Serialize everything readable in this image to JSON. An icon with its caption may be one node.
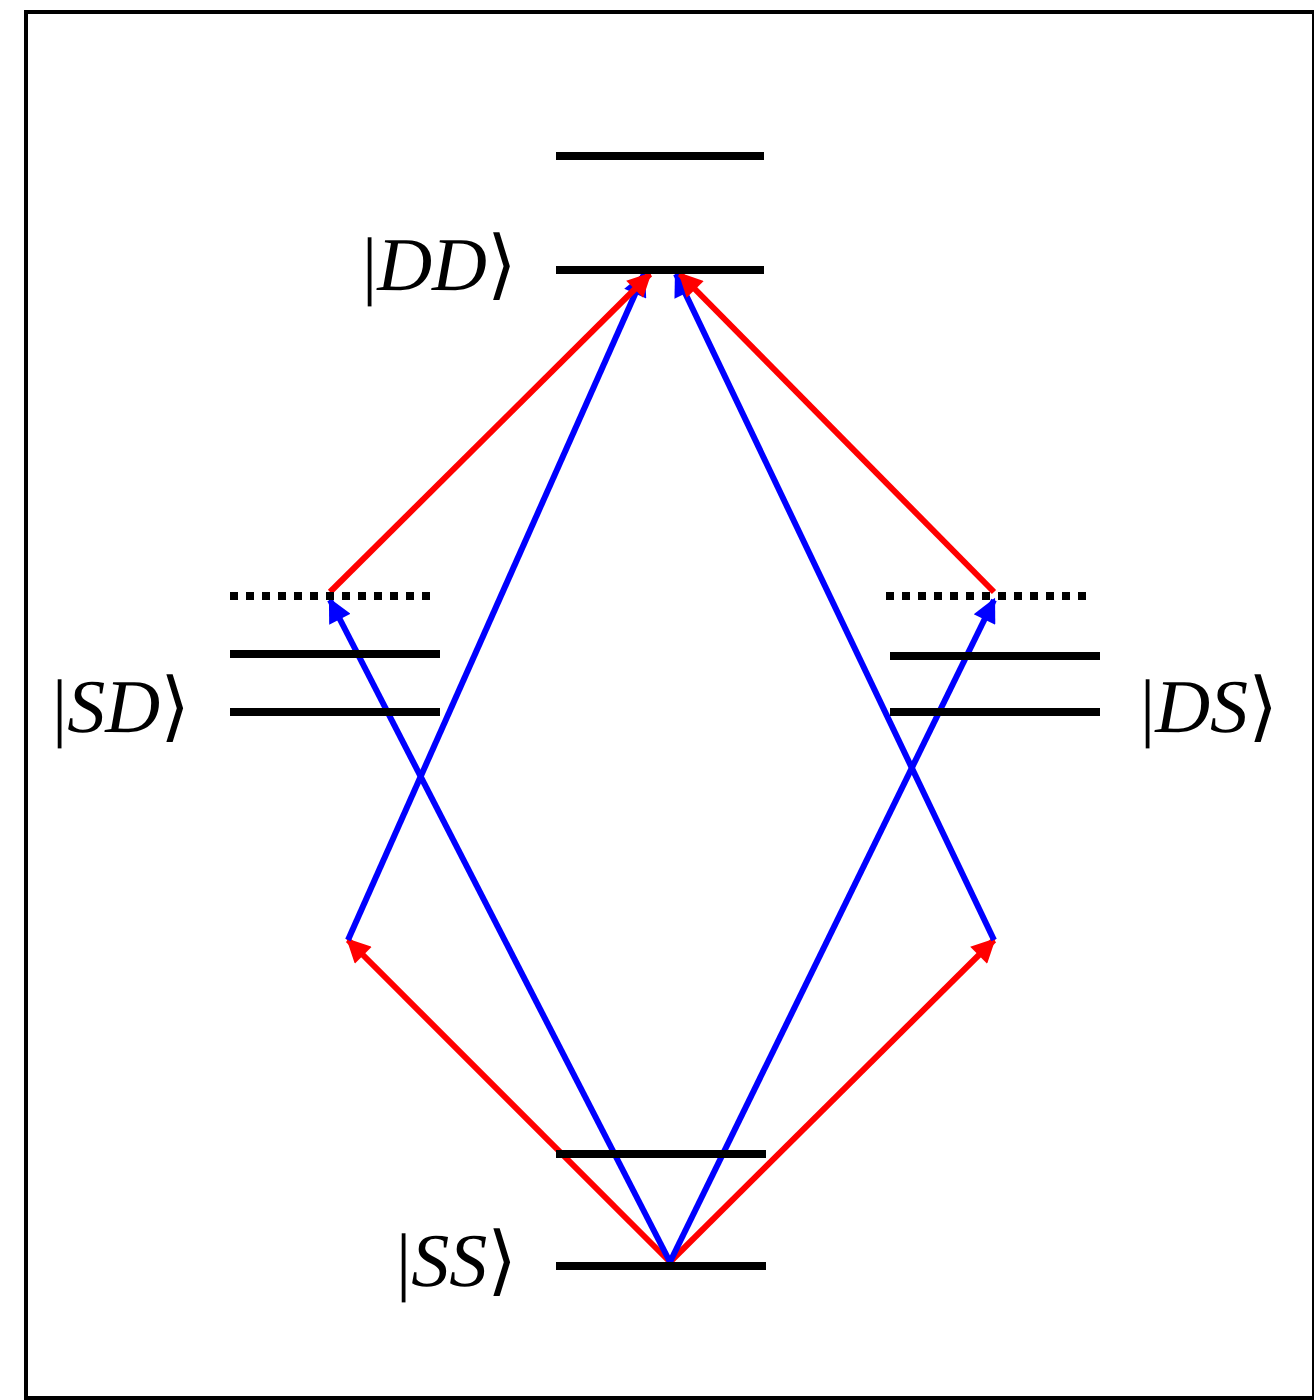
{
  "diagram": {
    "nodes": [
      {
        "text": [],
        "shape": "bar"
      },
      {
        "text": [
          "|*DD*⟩"
        ]
      },
      {
        "text": [],
        "shape": "dotted"
      },
      {
        "text": [],
        "shape": "dotted"
      },
      {
        "text": [],
        "shape": "bar"
      },
      {
        "text": [],
        "shape": "bar"
      },
      {
        "text": [
          "|*SD*⟩"
        ]
      },
      {
        "text": [
          "|*DS*⟩"
        ]
      },
      {
        "text": [],
        "shape": "bar"
      },
      {
        "text": [
          "|*SS*⟩"
        ]
      }
    ],
    "edges": [
      {
        "from": 9,
        "to": null,
        "arrow": "to",
        "color": "#ff0000"
      },
      {
        "from": null,
        "to": 1,
        "arrow": "to",
        "color": "#0000ff"
      },
      {
        "from": 9,
        "to": 2,
        "arrow": "to",
        "color": "#0000ff"
      },
      {
        "from": 2,
        "to": 1,
        "arrow": "to",
        "color": "#ff0000"
      },
      {
        "from": 9,
        "to": null,
        "arrow": "to",
        "color": "#ff0000"
      },
      {
        "from": null,
        "to": 1,
        "arrow": "to",
        "color": "#0000ff"
      },
      {
        "from": 9,
        "to": 3,
        "arrow": "to",
        "color": "#0000ff"
      },
      {
        "from": 3,
        "to": 1,
        "arrow": "to",
        "color": "#ff0000"
      }
    ]
  }
}
